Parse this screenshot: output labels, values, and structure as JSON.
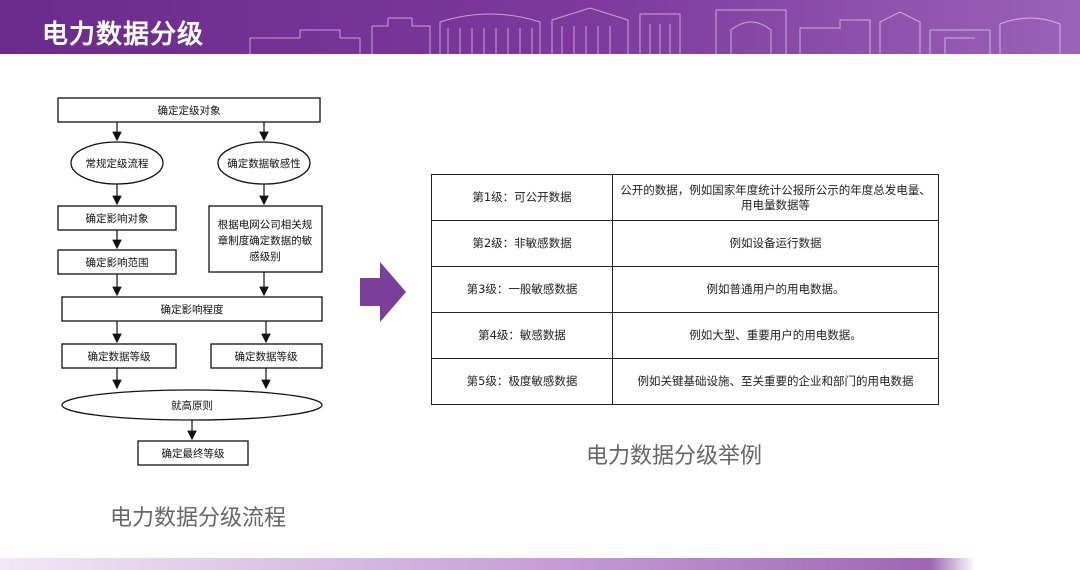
{
  "header": {
    "title": "电力数据分级"
  },
  "flowchart": {
    "caption": "电力数据分级流程",
    "nodes": {
      "object": "确定定级对象",
      "routine_process": "常规定级流程",
      "sensitivity": "确定数据敏感性",
      "impact_object": "确定影响对象",
      "rules": [
        "根据电网公司相关规",
        "章制度确定数据的敏",
        "感级别"
      ],
      "impact_scope": "确定影响范围",
      "impact_degree": "确定影响程度",
      "data_level_left": "确定数据等级",
      "data_level_right": "确定数据等级",
      "high_principle": "就高原则",
      "final_level": "确定最终等级"
    }
  },
  "table": {
    "caption": "电力数据分级举例",
    "rows": [
      {
        "level": "第1级：可公开数据",
        "example": [
          "公开的数据，例如国家年度统计公报所公示的年度总发电量、",
          "用电量数据等"
        ]
      },
      {
        "level": "第2级：非敏感数据",
        "example": [
          "例如设备运行数据"
        ]
      },
      {
        "level": "第3级：一般敏感数据",
        "example": [
          "例如普通用户的用电数据。"
        ]
      },
      {
        "level": "第4级：敏感数据",
        "example": [
          "例如大型、重要用户的用电数据。"
        ]
      },
      {
        "level": "第5级：极度敏感数据",
        "example": [
          "例如关键基础设施、至关重要的企业和部门的用电数据"
        ]
      }
    ]
  },
  "colors": {
    "brand_purple": "#6b2a8c",
    "arrow_purple": "#7b3f9a"
  },
  "icons": [
    "right-arrow-icon"
  ]
}
